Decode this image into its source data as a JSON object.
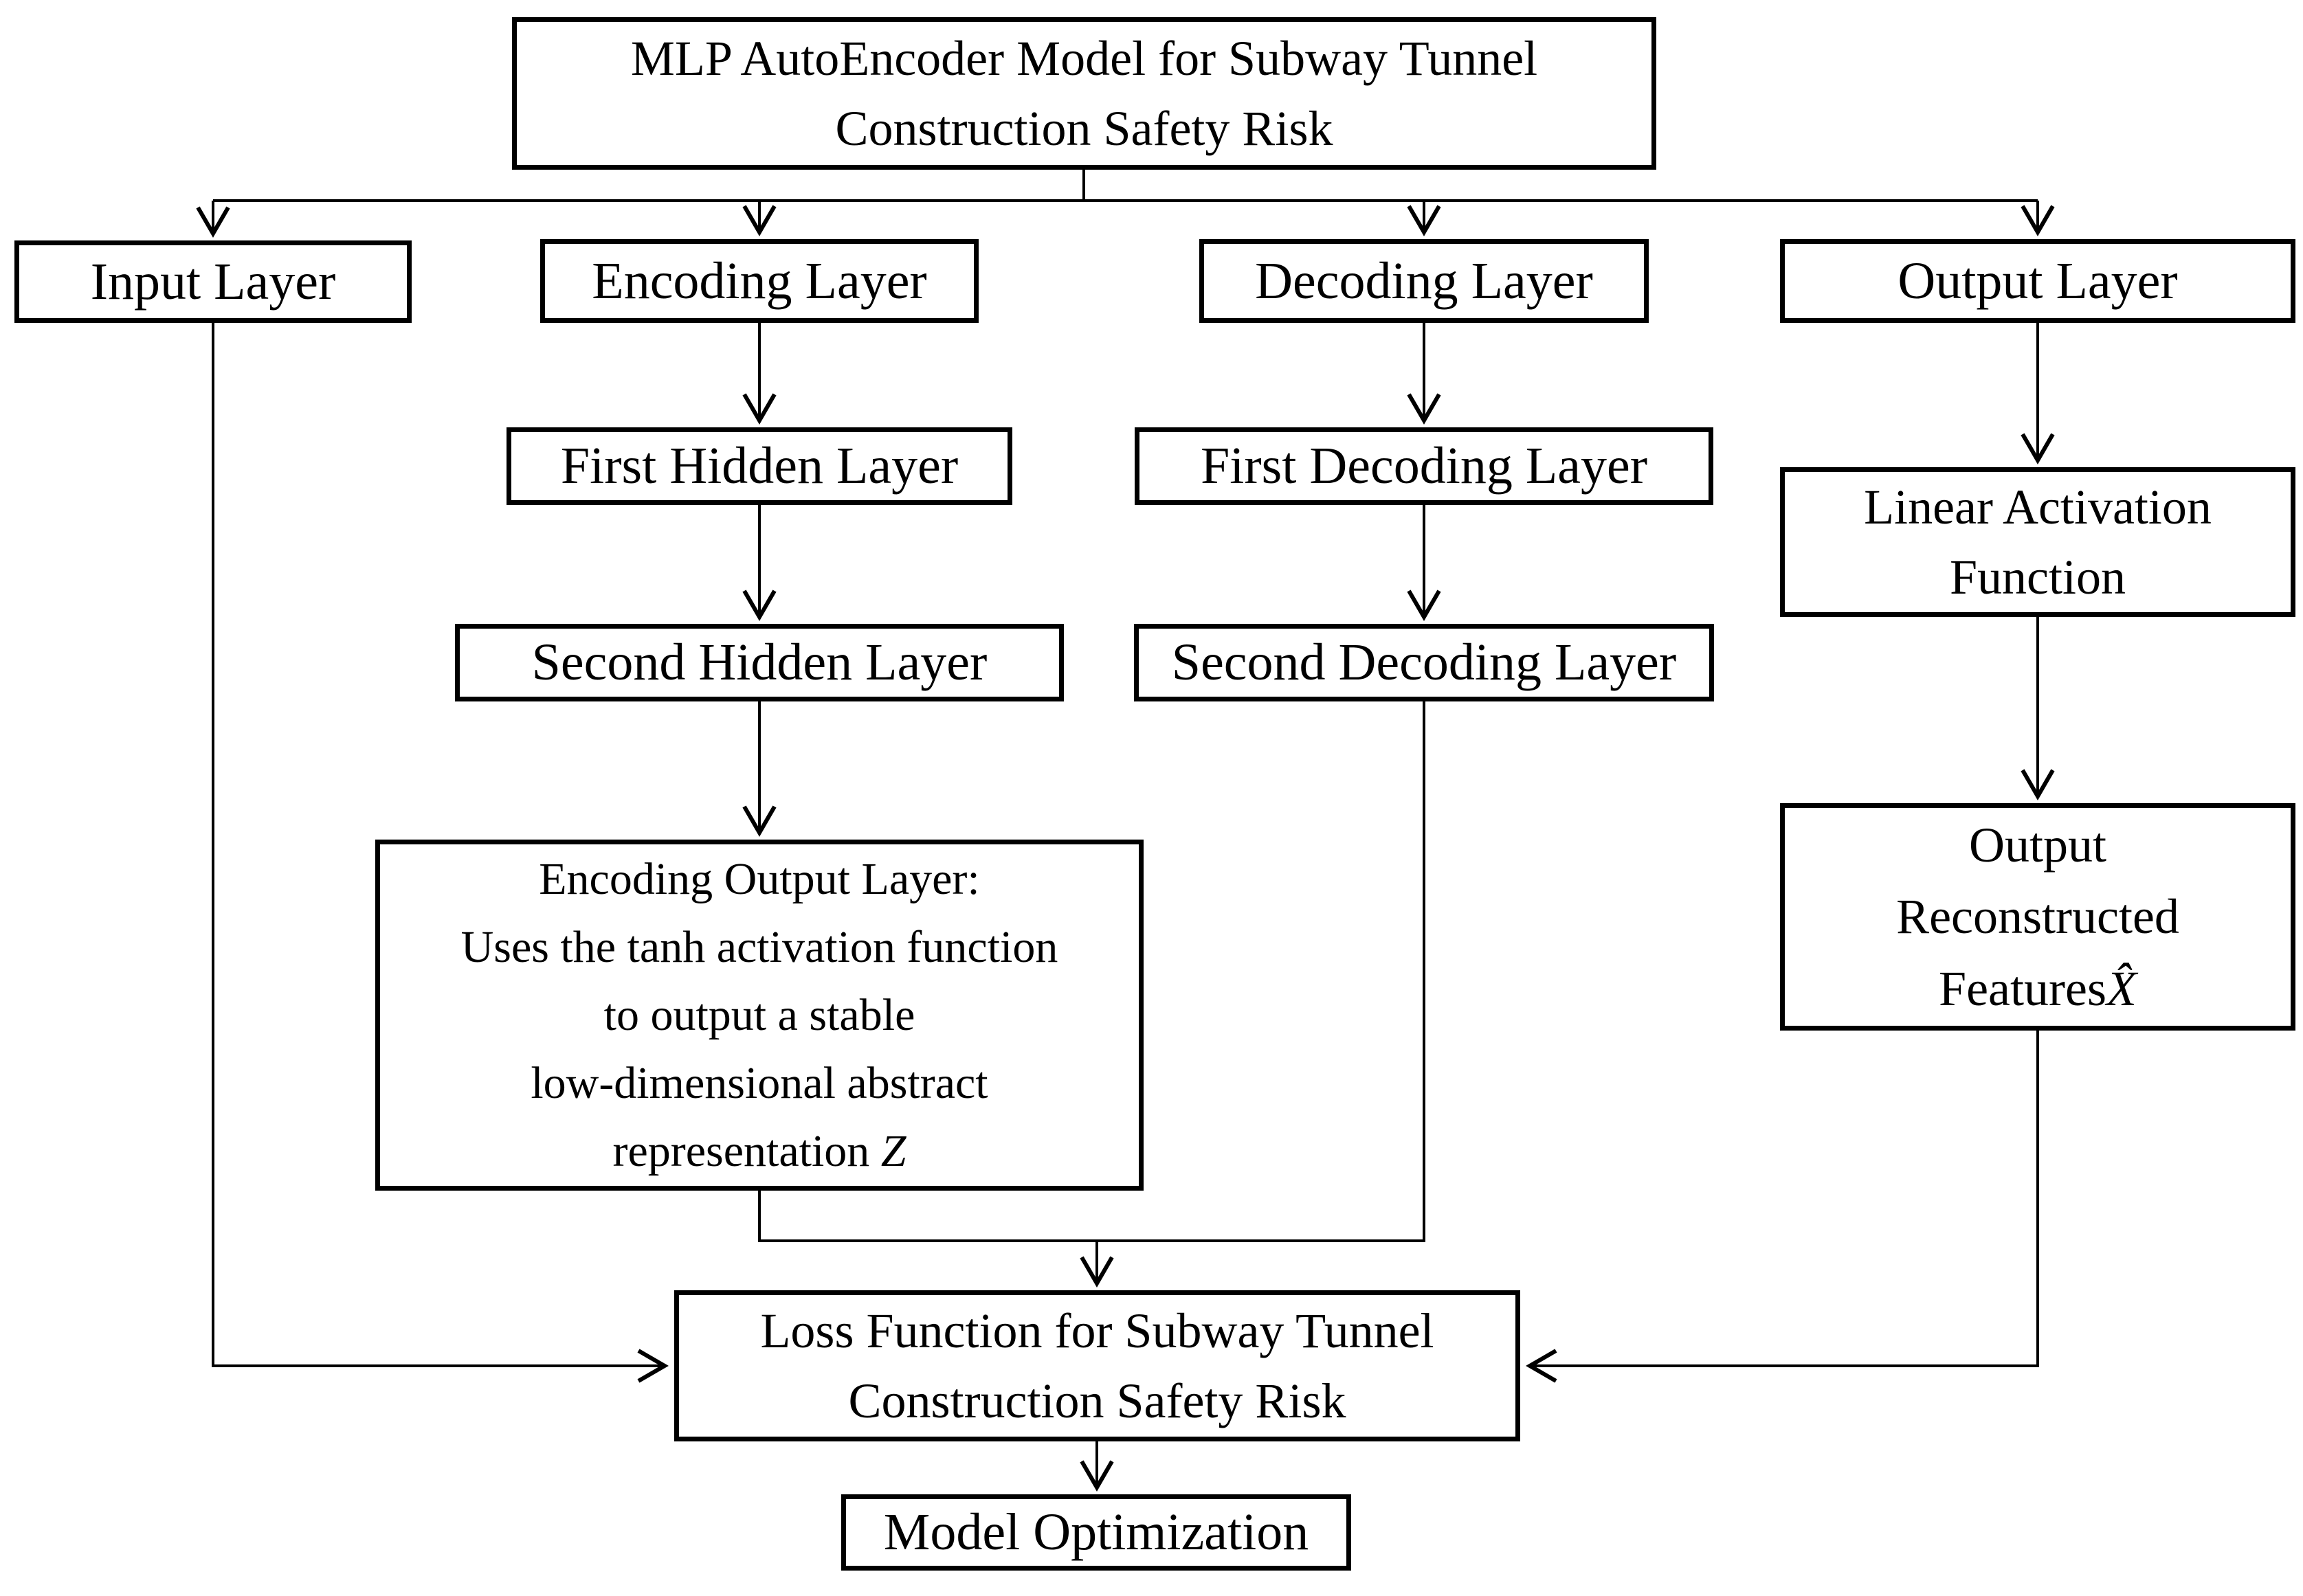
{
  "colors": {
    "ink": "#000000",
    "paper": "#ffffff"
  },
  "title": {
    "line1": "MLP AutoEncoder Model for Subway Tunnel",
    "line2": "Construction Safety Risk"
  },
  "nodes": {
    "input_layer": "Input Layer",
    "encoding_layer": "Encoding Layer",
    "decoding_layer": "Decoding Layer",
    "output_layer": "Output Layer",
    "first_hidden_layer": "First Hidden Layer",
    "first_decoding_layer": "First Decoding Layer",
    "linear_activation": {
      "line1": "Linear Activation",
      "line2": "Function"
    },
    "second_hidden_layer": "Second Hidden Layer",
    "second_decoding_layer": "Second Decoding Layer",
    "encoding_output": {
      "line1": "Encoding Output Layer:",
      "line2": "Uses the tanh activation function",
      "line3": "to output a stable",
      "line4": "low-dimensional abstract",
      "line5_text": "representation ",
      "line5_var": "Z"
    },
    "output_reconstructed": {
      "line1": "Output",
      "line2": "Reconstructed",
      "line3_text": "Features",
      "line3_var": "X̂"
    },
    "loss_function": {
      "line1": "Loss Function for Subway Tunnel",
      "line2": "Construction Safety Risk"
    },
    "model_optimization": "Model Optimization"
  }
}
